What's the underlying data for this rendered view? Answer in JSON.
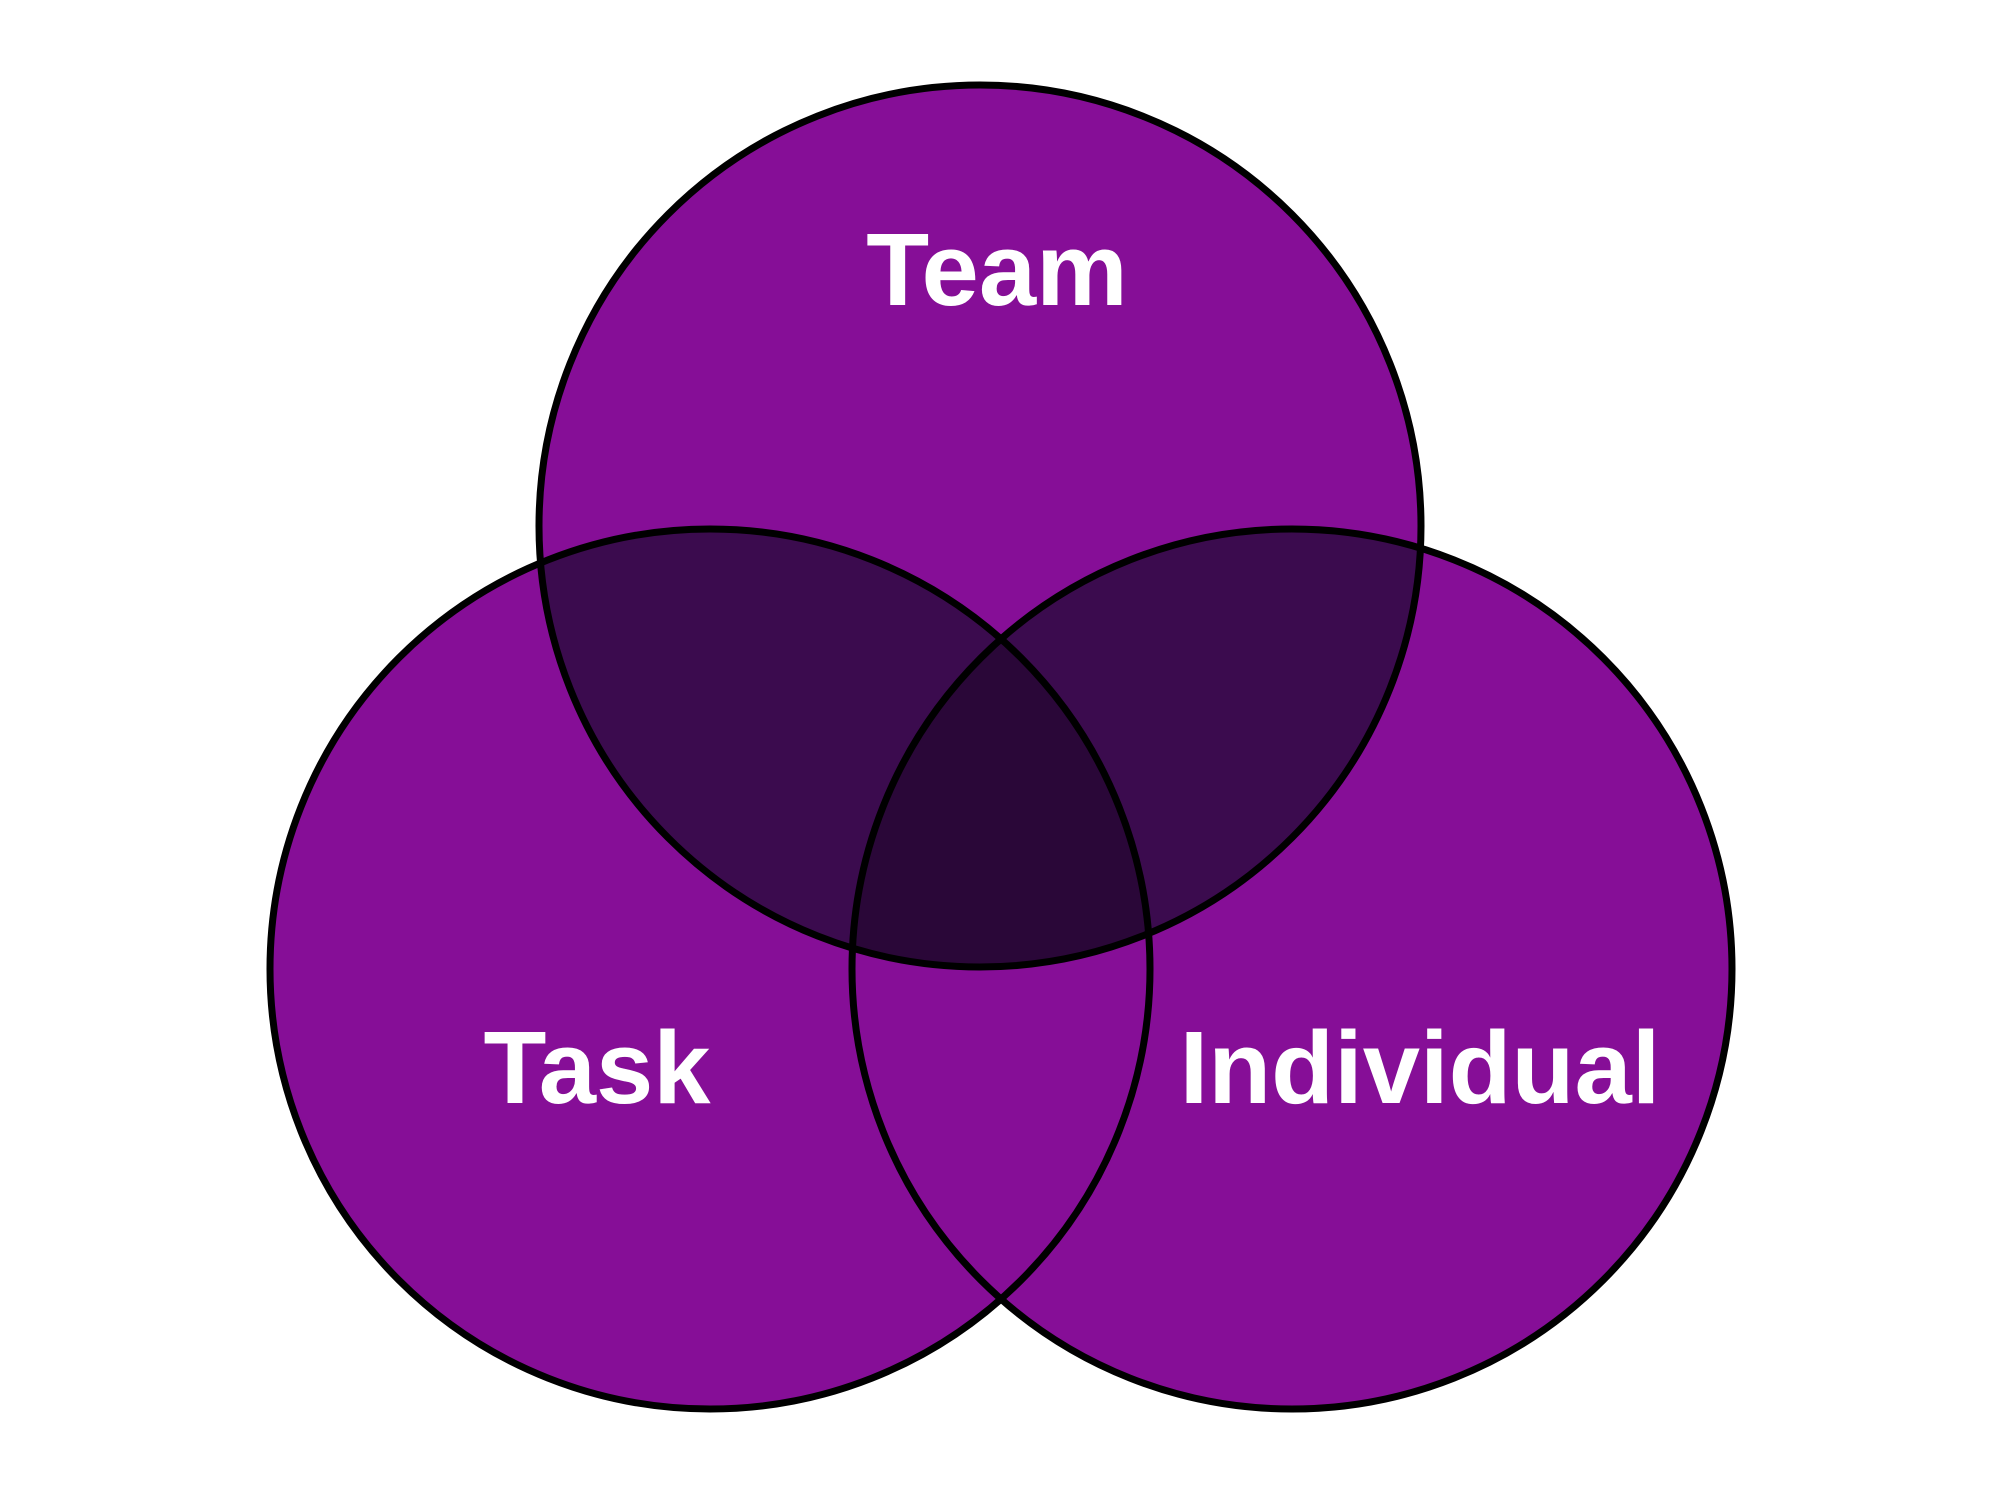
{
  "diagram": {
    "type": "venn",
    "model": "three-overlapping-circles",
    "circles": [
      {
        "id": "team",
        "label": "Team",
        "position": "top"
      },
      {
        "id": "task",
        "label": "Task",
        "position": "bottom-left"
      },
      {
        "id": "individual",
        "label": "Individual",
        "position": "bottom-right"
      }
    ],
    "overlaps": [
      {
        "between": [
          "team",
          "task"
        ],
        "shade": "dark"
      },
      {
        "between": [
          "team",
          "individual"
        ],
        "shade": "dark"
      },
      {
        "between": [
          "task",
          "individual"
        ],
        "shade": "none"
      },
      {
        "between": [
          "team",
          "task",
          "individual"
        ],
        "shade": "darkest"
      }
    ],
    "colors": {
      "background": "#FFFFFF",
      "circle_fill": "#860E97",
      "pair_overlap_fill": "#3B0B4E",
      "triple_overlap_fill": "#2A0738",
      "outline": "#000000",
      "label_text": "#FFFFFF"
    }
  }
}
